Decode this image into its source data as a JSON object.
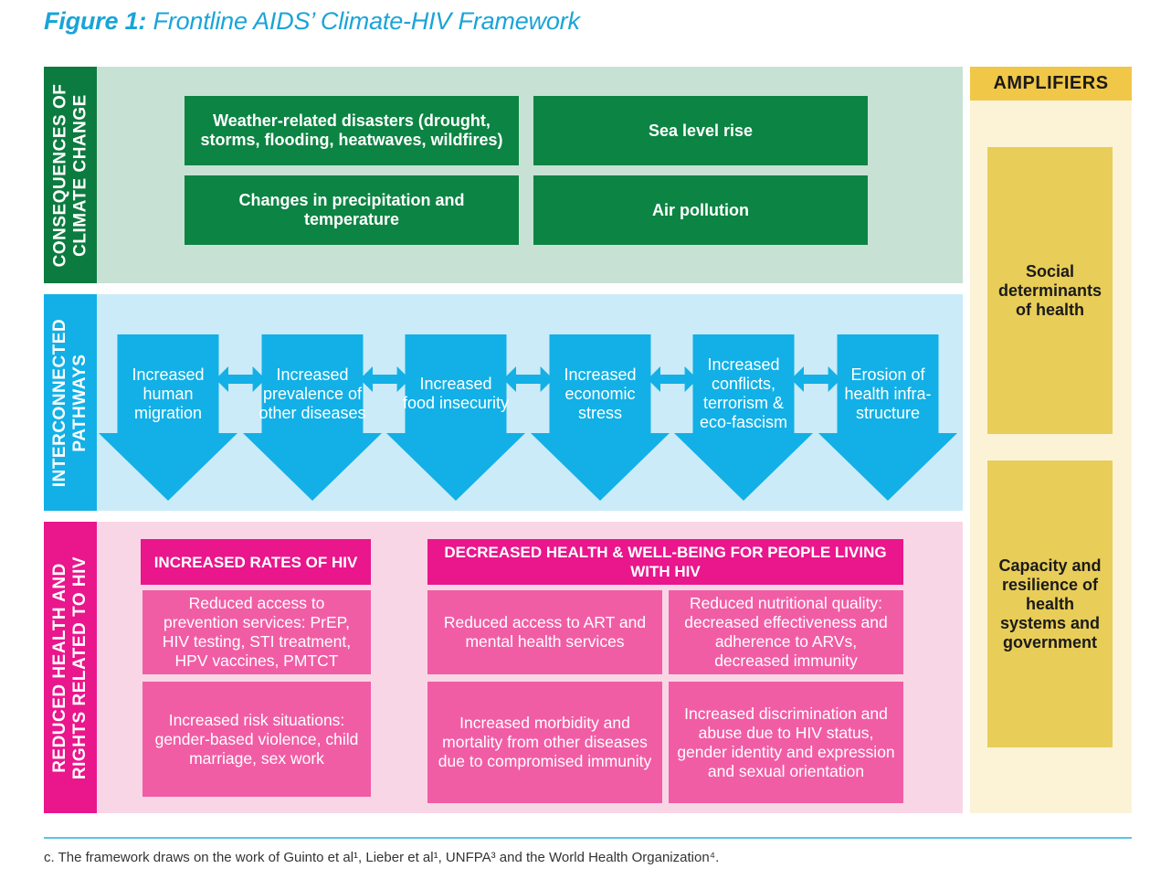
{
  "title": {
    "prefix": "Figure 1:",
    "text": "Frontline AIDS’ Climate-HIV Framework"
  },
  "colors": {
    "title": "#1aa4d8",
    "green_dark": "#0c7b3f",
    "green_box": "#0c8443",
    "green_band": "#c7e2d5",
    "blue": "#12b0e6",
    "blue_band": "#cbebf8",
    "pink_dark": "#e9168c",
    "pink_box": "#f15da5",
    "pink_band": "#f9d6e6",
    "amp_header": "#f1c747",
    "amp_box": "#e8cd58",
    "amp_column": "#fcf3d7"
  },
  "bands": {
    "climate": {
      "label_line1": "CONSEQUENCES OF",
      "label_line2": "CLIMATE CHANGE",
      "boxes": [
        "Weather-related disasters (drought, storms, flooding, heatwaves, wildfires)",
        "Sea level rise",
        "Changes in precipitation and temperature",
        "Air pollution"
      ]
    },
    "pathways": {
      "label_line1": "INTERCONNECTED",
      "label_line2": "PATHWAYS",
      "arrows": [
        "Increased human migration",
        "Increased prevalence of other diseases",
        "Increased food insecurity",
        "Increased economic stress",
        "Increased conflicts, terrorism & eco-fascism",
        "Erosion of health infra-structure"
      ]
    },
    "hiv": {
      "label_line1": "REDUCED HEALTH AND",
      "label_line2": "RIGHTS RELATED TO HIV",
      "left_header": "INCREASED RATES OF HIV",
      "left_boxes": [
        "Reduced access to prevention services: PrEP, HIV testing, STI treatment, HPV vaccines, PMTCT",
        "Increased risk situations: gender-based violence, child marriage, sex work"
      ],
      "right_header": "DECREASED HEALTH & WELL-BEING FOR PEOPLE LIVING WITH HIV",
      "right_boxes": [
        "Reduced access to ART and mental health services",
        "Reduced nutritional quality: decreased effectiveness and adherence to ARVs, decreased immunity",
        "Increased morbidity and mortality from other diseases due to compromised immunity",
        "Increased discrimination and abuse due to HIV status, gender identity and expression and sexual orientation"
      ]
    }
  },
  "amplifiers": {
    "header": "AMPLIFIERS",
    "items": [
      "Social determinants of health",
      "Capacity and resilience of health systems and government"
    ]
  },
  "footnote": "c.  The framework draws on the work of Guinto et al¹, Lieber et al¹, UNFPA³ and the World Health Organization⁴."
}
